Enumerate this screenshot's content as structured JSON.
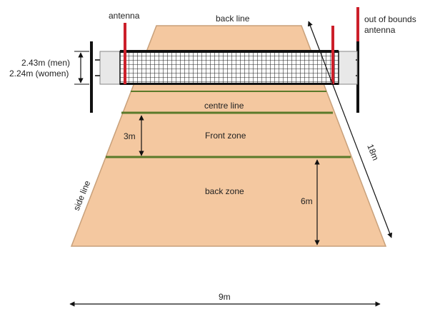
{
  "labels": {
    "antenna": "antenna",
    "back_line": "back line",
    "out_of_bounds_1": "out of bounds",
    "out_of_bounds_2": "antenna",
    "net_height_men": "2.43m (men)",
    "net_height_women": "2.24m (women)",
    "centre_line": "centre line",
    "front_zone": "Front zone",
    "front_zone_depth": "3m",
    "back_zone": "back zone",
    "back_zone_depth": "6m",
    "side_line": "side line",
    "court_length": "18m",
    "court_width": "9m"
  },
  "colors": {
    "court_fill": "#f4c8a0",
    "court_edge": "#c8a07a",
    "zone_line": "#5a7a2a",
    "antenna": "#cc1f2a",
    "post": "#111111",
    "net": "#222222"
  }
}
